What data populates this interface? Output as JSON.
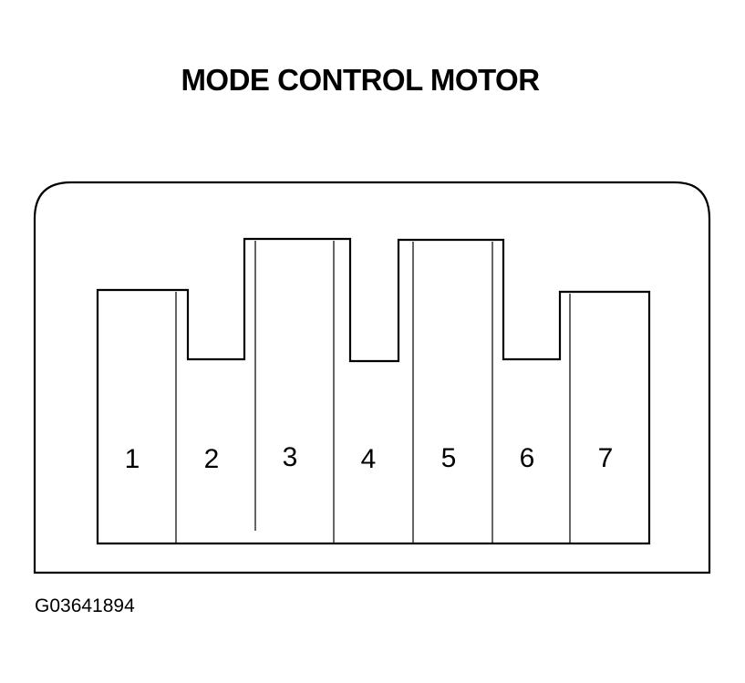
{
  "title": "MODE CONTROL MOTOR",
  "connector": {
    "pins": [
      {
        "number": "1"
      },
      {
        "number": "2"
      },
      {
        "number": "3"
      },
      {
        "number": "4"
      },
      {
        "number": "5"
      },
      {
        "number": "6"
      },
      {
        "number": "7"
      }
    ]
  },
  "figure_code": "G03641894",
  "colors": {
    "line": "#000000",
    "background": "#ffffff"
  }
}
